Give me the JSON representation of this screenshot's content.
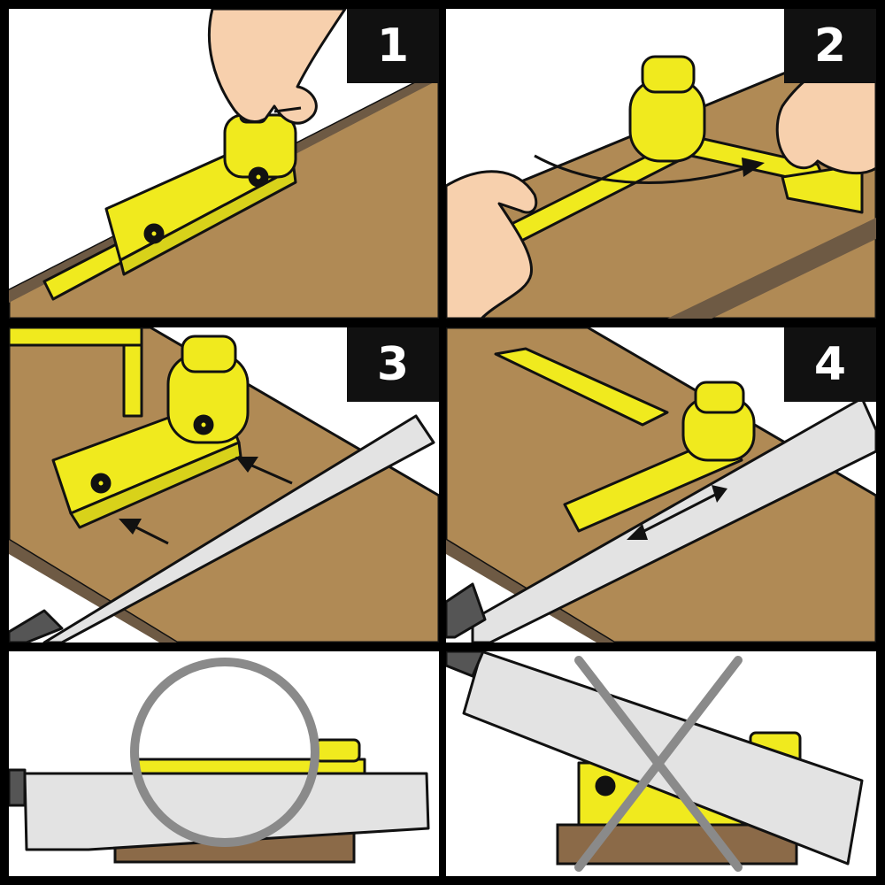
{
  "steps": [
    {
      "number": "1"
    },
    {
      "number": "2"
    },
    {
      "number": "3"
    },
    {
      "number": "4"
    }
  ],
  "colors": {
    "guide_yellow": "#f0ea1e",
    "wood_brown": "#b08a55",
    "wood_edge": "#6e5a44",
    "blade_gray": "#e3e3e3",
    "skin": "#f7d0ad",
    "badge_black": "#111111",
    "ok_circle_gray": "#8a8a8a",
    "wrong_cross_gray": "#8a8a8a"
  },
  "panels": {
    "p5": {
      "indicator": "correct-position-circle-icon"
    },
    "p6": {
      "indicator": "wrong-position-cross-icon"
    }
  }
}
